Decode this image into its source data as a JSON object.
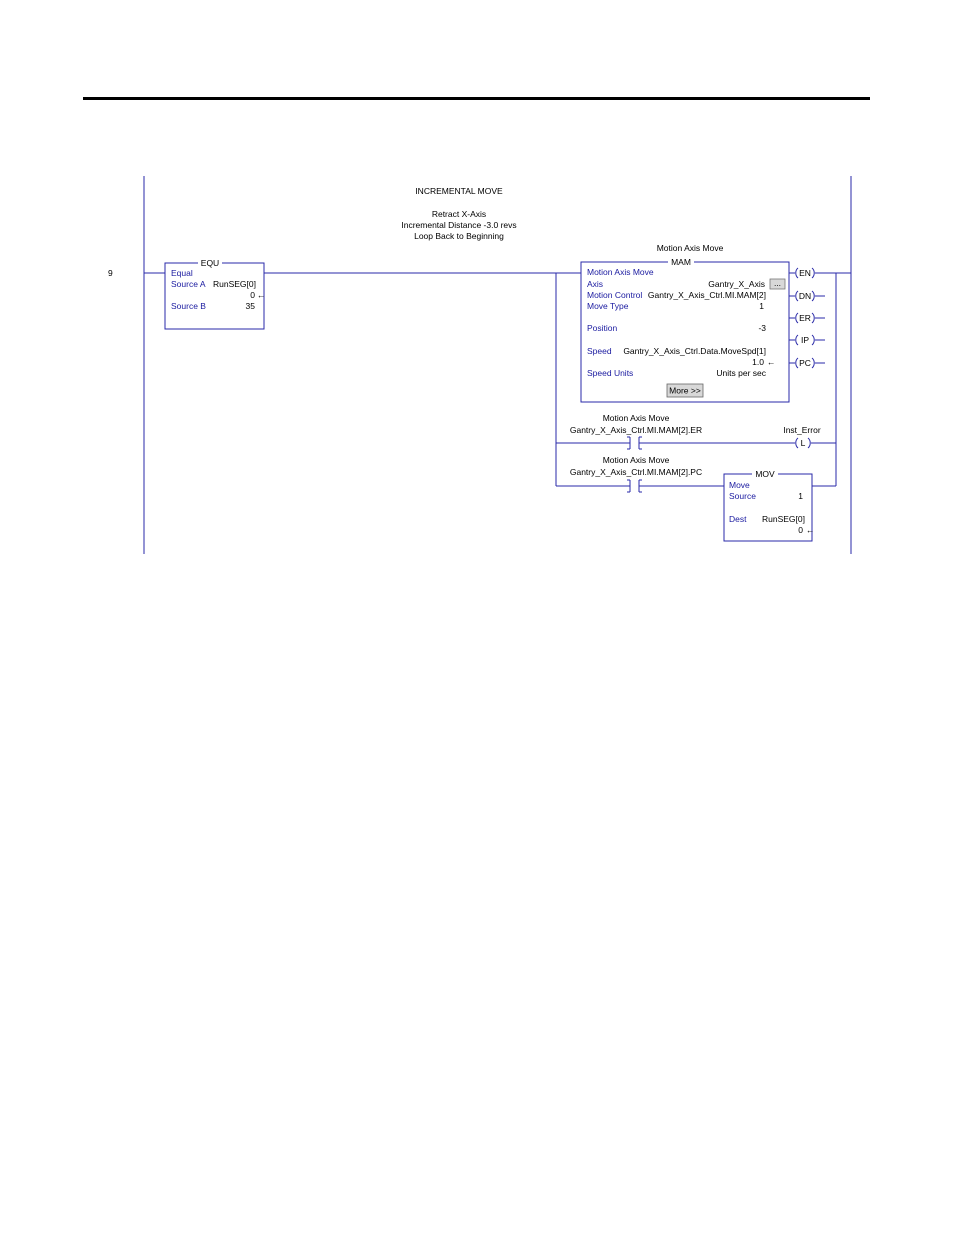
{
  "rung": {
    "number": "9",
    "comment": {
      "title": "INCREMENTAL MOVE",
      "lines": [
        "Retract X-Axis",
        "Incremental Distance -3.0 revs",
        "Loop Back to Beginning"
      ]
    }
  },
  "equ": {
    "name": "EQU",
    "description": "Equal",
    "source_a_label": "Source A",
    "source_a_tag": "RunSEG[0]",
    "source_a_value": "0",
    "source_b_label": "Source B",
    "source_b_value": "35"
  },
  "mam": {
    "caption": "Motion Axis Move",
    "name": "MAM",
    "description": "Motion Axis Move",
    "axis_label": "Axis",
    "axis_value": "Gantry_X_Axis",
    "axis_button": "...",
    "motion_control_label": "Motion Control",
    "motion_control_value": "Gantry_X_Axis_Ctrl.MI.MAM[2]",
    "move_type_label": "Move Type",
    "move_type_value": "1",
    "position_label": "Position",
    "position_value": "-3",
    "speed_label": "Speed",
    "speed_tag": "Gantry_X_Axis_Ctrl.Data.MoveSpd[1]",
    "speed_value": "1.0",
    "speed_units_label": "Speed Units",
    "speed_units_value": "Units per sec",
    "more_button": "More >>",
    "outputs": [
      "EN",
      "DN",
      "ER",
      "IP",
      "PC"
    ]
  },
  "branch_er": {
    "caption": "Motion Axis Move",
    "contact_tag": "Gantry_X_Axis_Ctrl.MI.MAM[2].ER",
    "coil_tag": "Inst_Error",
    "coil_type": "L"
  },
  "branch_pc": {
    "caption": "Motion Axis Move",
    "contact_tag": "Gantry_X_Axis_Ctrl.MI.MAM[2].PC"
  },
  "mov": {
    "name": "MOV",
    "description": "Move",
    "source_label": "Source",
    "source_value": "1",
    "dest_label": "Dest",
    "dest_tag": "RunSEG[0]",
    "dest_value": "0"
  },
  "colors": {
    "wire": "#2a2aa8",
    "label_text": "#1a1aa0"
  }
}
